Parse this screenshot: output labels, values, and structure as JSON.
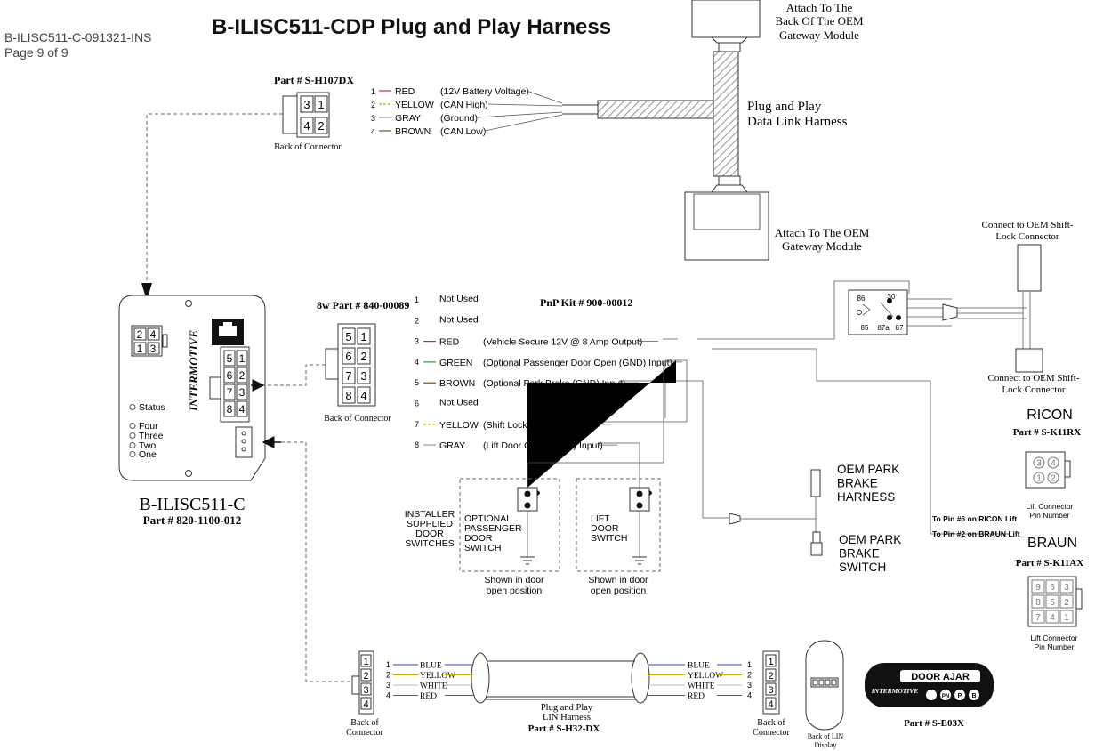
{
  "header": {
    "doc_id": "B-ILISC511-C-091321-INS",
    "page": "Page 9 of 9",
    "title": "B-ILISC511-CDP Plug and Play Harness"
  },
  "colors": {
    "red": "#c4302b",
    "green": "#2e9e3a",
    "blue": "#2a3fb0",
    "yellow": "#c9a900",
    "gray": "#9a9a9a",
    "brown": "#7a4a22",
    "white": "#bbbbbb"
  },
  "gateway": {
    "top_label": [
      "Attach To The",
      "Back Of The OEM",
      "Gateway Module"
    ],
    "harness_label": [
      "Plug and Play",
      "Data Link Harness"
    ],
    "bottom_label": [
      "Attach To The OEM",
      "Gateway Module"
    ]
  },
  "h107": {
    "part": "Part # S-H107DX",
    "pins": [
      "3",
      "1",
      "4",
      "2"
    ],
    "caption": "Back of Connector",
    "wires": [
      {
        "num": "1",
        "color": "RED",
        "desc": "(12V Battery Voltage)"
      },
      {
        "num": "2",
        "color": "YELLOW",
        "desc": "(CAN High)"
      },
      {
        "num": "3",
        "color": "GRAY",
        "desc": "(Ground)"
      },
      {
        "num": "4",
        "color": "BROWN",
        "desc": "(CAN Low)"
      }
    ]
  },
  "module": {
    "pins_small": [
      "2",
      "4",
      "1",
      "3"
    ],
    "pins_8": [
      "5",
      "1",
      "6",
      "2",
      "7",
      "3",
      "8",
      "4"
    ],
    "brand": "INTERMOTIVE",
    "leds": [
      "Status",
      "Four",
      "Three",
      "Two",
      "One"
    ],
    "name": "B-ILISC511-C",
    "part": "Part # 820-1100-012"
  },
  "c8w": {
    "part": "8w Part # 840-00089",
    "pins": [
      "5",
      "1",
      "6",
      "2",
      "7",
      "3",
      "8",
      "4"
    ],
    "caption": "Back of Connector",
    "kit": "PnP Kit # 900-00012",
    "wires": [
      {
        "num": "1",
        "color": "Not Used",
        "desc": ""
      },
      {
        "num": "2",
        "color": "Not Used",
        "desc": ""
      },
      {
        "num": "3",
        "color": "RED",
        "desc": "(Vehicle Secure 12V @ 8 Amp Output)"
      },
      {
        "num": "4",
        "color": "GREEN",
        "desc": " Passenger Door Open (GND) Input)",
        "desc_prefix": "(",
        "desc_underlined": "Optional"
      },
      {
        "num": "5",
        "color": "BROWN",
        "desc": "(Optional Park Brake (GND) Input)"
      },
      {
        "num": "6",
        "color": "Not Used",
        "desc": ""
      },
      {
        "num": "7",
        "color": "YELLOW",
        "desc": "(Shift Lock Output)"
      },
      {
        "num": "8",
        "color": "GRAY",
        "desc": "(Lift Door Open (GND) Input)"
      }
    ]
  },
  "relay": {
    "pins": [
      "86",
      "30",
      "85",
      "87a",
      "87"
    ],
    "top_label": [
      "Connect to OEM Shift-",
      "Lock Connector"
    ],
    "bottom_label": [
      "Connect to OEM Shift-",
      "Lock Connector"
    ]
  },
  "switches": {
    "installer": [
      "INSTALLER",
      "SUPPLIED",
      "DOOR",
      "SWITCHES"
    ],
    "passenger": [
      "OPTIONAL",
      "PASSENGER",
      "DOOR",
      "SWITCH"
    ],
    "lift": [
      "LIFT",
      "DOOR",
      "SWITCH"
    ],
    "note_a": [
      "Shown in door",
      "open position"
    ],
    "note_b": [
      "Shown in door",
      "open position"
    ]
  },
  "park": {
    "harness": [
      "OEM PARK",
      "BRAKE",
      "HARNESS"
    ],
    "switch": [
      "OEM PARK",
      "BRAKE",
      "SWITCH"
    ]
  },
  "lift": {
    "to_ricon": "To Pin #6 on RICON Lift",
    "to_braun": "To Pin #2 on BRAUN Lift",
    "ricon_title": "RICON",
    "ricon_part": "Part # S-K11RX",
    "ricon_pins": [
      "3",
      "4",
      "1",
      "2"
    ],
    "ricon_caption": [
      "Lift Connector",
      "Pin Number"
    ],
    "braun_title": "BRAUN",
    "braun_part": "Part # S-K11AX",
    "braun_pins": [
      "9",
      "6",
      "3",
      "8",
      "5",
      "2",
      "7",
      "4",
      "1"
    ],
    "braun_caption": [
      "Lift Connector",
      "Pin Number"
    ]
  },
  "lin": {
    "left_pins": [
      "1",
      "2",
      "3",
      "4"
    ],
    "right_pins": [
      "1",
      "2",
      "3",
      "4"
    ],
    "left_caption": [
      "Back of",
      "Connector"
    ],
    "right_caption": [
      "Back of",
      "Connector"
    ],
    "wires": [
      {
        "num": "1",
        "color": "BLUE"
      },
      {
        "num": "2",
        "color": "YELLOW"
      },
      {
        "num": "3",
        "color": "WHITE"
      },
      {
        "num": "4",
        "color": "RED"
      }
    ],
    "label": [
      "Plug and Play",
      "LIN Harness"
    ],
    "part": "Part # S-H32-DX",
    "display_caption": [
      "Back of LIN",
      "Display"
    ]
  },
  "door_ajar": {
    "label": "DOOR AJAR",
    "brand": "INTERMOTIVE",
    "buttons": [
      "",
      "PN",
      "P",
      "B"
    ],
    "part": "Part # S-E03X"
  }
}
